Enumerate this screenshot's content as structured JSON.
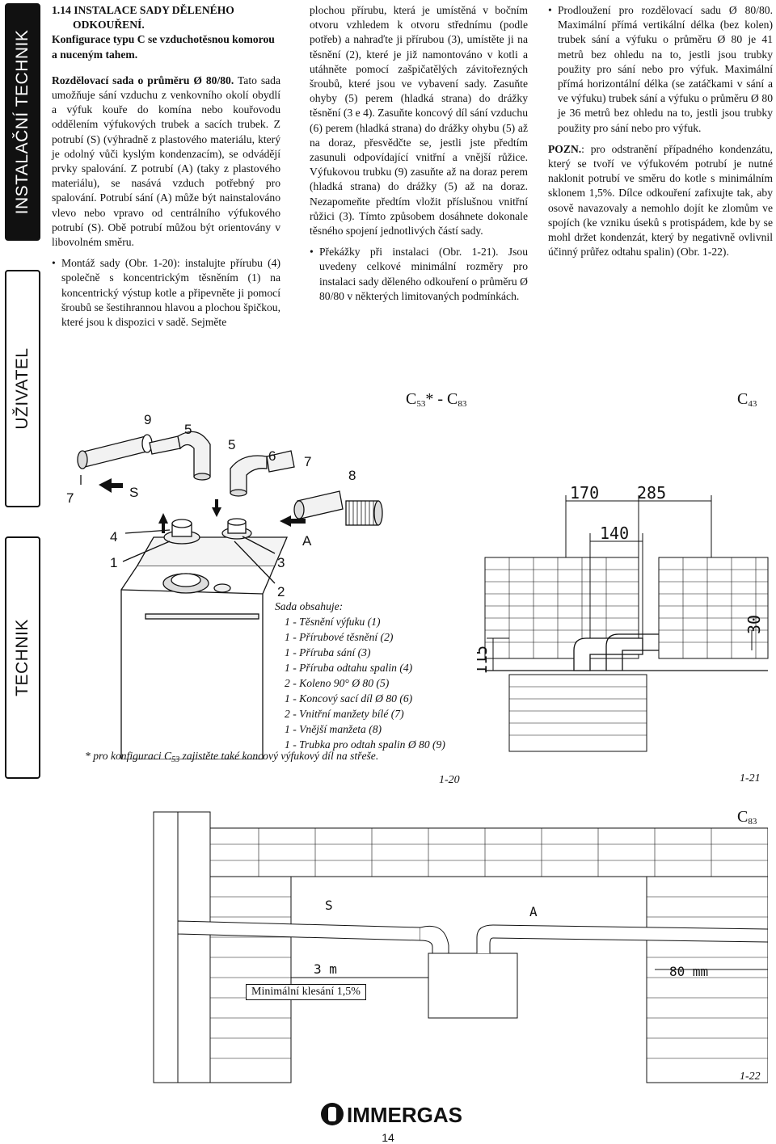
{
  "sidebar": {
    "tabs": [
      {
        "label": "INSTALAČNÍ TECHNIK",
        "active": true
      },
      {
        "label": "UŽIVATEL",
        "active": false
      },
      {
        "label": "TECHNIK",
        "active": false
      }
    ]
  },
  "col1": {
    "heading1": "1.14 INSTALACE SADY DĚLENÉHO",
    "heading2": "ODKOUŘENÍ.",
    "heading3": "Konfigurace typu C se vzduchotěsnou komorou a nuceným tahem.",
    "para1_bold": "Rozdělovací sada o průměru Ø 80/80.",
    "para1_rest": " Tato sada umožňuje sání vzduchu z venkovního okolí obydlí a výfuk kouře do komína nebo kouřovodu oddělením výfukových trubek a sacích trubek. Z potrubí (S) (výhradně z plastového materiálu, který je odolný vůči kyslým kondenzacím), se odvádějí prvky spalování. Z potrubí (A) (taky z plastového materiálu), se nasává vzduch potřebný pro spalování. Potrubí sání (A) může být nainstalováno vlevo nebo vpravo od centrálního výfukového potrubí (S). Obě potrubí můžou být orientovány v libovolném směru.",
    "bullet1": "Montáž sady (Obr. 1-20): instalujte přírubu (4) společně s koncentrickým těsněním (1) na koncentrický výstup kotle a připevněte ji pomocí šroubů se šestihrannou hlavou a plochou špičkou, které jsou k dispozici v sadě. Sejměte"
  },
  "col2": {
    "para1": "plochou přírubu, která je umístěná v bočním otvoru vzhledem k otvoru střednímu (podle potřeb) a nahraďte ji přírubou (3), umístěte ji na těsnění (2), které je již namontováno v kotli a utáhněte pomocí zašpičatělých závitořezných šroubů, které jsou ve vybavení sady. Zasuňte ohyby (5) perem (hladká strana) do drážky těsnění (3 e 4). Zasuňte koncový díl sání vzduchu (6) perem (hladká strana) do drážky ohybu (5) až na doraz, přesvědčte se, jestli jste předtím zasunuli odpovídající vnitřní a vnější růžice. Výfukovou trubku (9) zasuňte až na doraz perem (hladká strana) do drážky (5) až na doraz. Nezapomeňte předtím vložit příslušnou vnitřní růžici (3). Tímto způsobem dosáhnete dokonale těsného spojení jednotlivých částí sady.",
    "bullet1": "Překážky při instalaci (Obr. 1-21). Jsou uvedeny celkové minimální rozměry pro instalaci sady děleného odkouření o průměru Ø 80/80 v některých limitovaných podmínkách."
  },
  "col3": {
    "bullet1": "Prodloužení pro rozdělovací sadu Ø 80/80. Maximální přímá vertikální délka (bez kolen) trubek sání a výfuku o průměru Ø 80 je 41 metrů bez ohledu na to, jestli jsou trubky použity pro sání nebo pro výfuk. Maximální přímá horizontální délka (se zatáčkami v sání a ve výfuku) trubek sání a výfuku o průměru Ø 80 je 36 metrů bez ohledu na to, jestli jsou trubky použity pro sání nebo pro výfuk.",
    "note_bold": "POZN.",
    "note_rest": ": pro odstranění případného kondenzátu, který se tvoří ve výfukovém potrubí je nutné naklonit potrubí ve směru do kotle s minimálním sklonem 1,5%. Dílce odkouření zafixujte tak, aby osově navazovaly a nemohlo dojít ke zlomům ve spojích (ke vzniku úseků s protispádem, kde by se mohl držet kondenzát, který by negativně ovlivnil účinný průřez odtahu spalin) (Obr. 1-22)."
  },
  "fig20": {
    "config_label": "C",
    "config_sub1": "53",
    "config_mid": "* - C",
    "config_sub2": "83",
    "part_numbers": [
      "9",
      "5",
      "5",
      "6",
      "7",
      "8",
      "7",
      "4",
      "1",
      "3",
      "2"
    ],
    "letter_s": "S",
    "letter_a": "A",
    "kit_title": "Sada obsahuje:",
    "kit_items": [
      "1  -   Těsnění výfuku (1)",
      "1  -   Přírubové těsnění (2)",
      "1  -   Příruba sání (3)",
      "1  -   Příruba odtahu spalin (4)",
      "2  -   Koleno 90° Ø 80 (5)",
      "1  -   Koncový sací díl Ø 80 (6)",
      "2  -   Vnitřní manžety bílé (7)",
      "1  -   Vnější manžeta (8)",
      "1  -   Trubka pro odtah spalin Ø 80 (9)"
    ],
    "note_prefix": "* pro konfiguraci C",
    "note_sub": "53",
    "note_rest": " zajistěte také koncový výfukový díl na střeše.",
    "fig_number": "1-20"
  },
  "fig21": {
    "config_label": "C",
    "config_sub": "43",
    "dim1": "170",
    "dim2": "285",
    "dim3": "140",
    "dim4": "115",
    "dim5": "30",
    "fig_number": "1-21"
  },
  "fig22": {
    "config_label": "C",
    "config_sub": "83",
    "letter_s": "S",
    "letter_a": "A",
    "dim1": "3 m",
    "dim2": "80 mm",
    "slope_label": "Minimální klesání 1,5%",
    "fig_number": "1-22"
  },
  "footer": {
    "logo_text": "IMMERGAS",
    "page_number": "14"
  }
}
